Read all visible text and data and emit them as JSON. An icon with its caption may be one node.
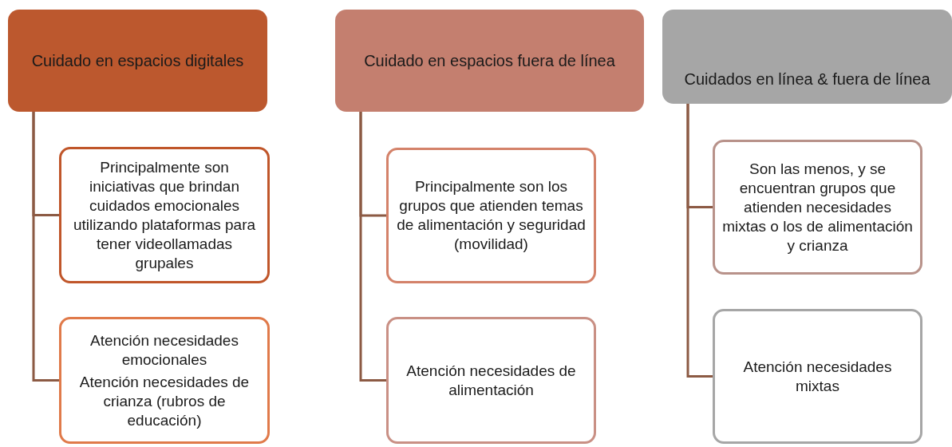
{
  "diagram": {
    "nodes": [
      {
        "text": [
          "Cuidado en espacios digitales"
        ]
      },
      {
        "text": [
          "Principalmente son iniciativas que brindan cuidados emocionales utilizando plataformas para tener videollamadas grupales"
        ]
      },
      {
        "text": [
          "Atención necesidades emocionales",
          "Atención necesidades de crianza (rubros de educación)"
        ]
      },
      {
        "text": [
          "Cuidado en espacios fuera de línea"
        ]
      },
      {
        "text": [
          "Principalmente son los grupos que atienden temas de alimentación y seguridad (movilidad)"
        ]
      },
      {
        "text": [
          "Atención necesidades de alimentación"
        ]
      },
      {
        "text": [
          "Cuidados en línea & fuera de línea"
        ]
      },
      {
        "text": [
          "Son las menos, y se encuentran grupos que atienden necesidades mixtas o los de alimentación y crianza"
        ]
      },
      {
        "text": [
          "Atención necesidades mixtas"
        ]
      }
    ],
    "edges": [
      {
        "from": 0,
        "to": 1,
        "arrow": "none"
      },
      {
        "from": 0,
        "to": 2,
        "arrow": "none"
      },
      {
        "from": 3,
        "to": 4,
        "arrow": "none"
      },
      {
        "from": 3,
        "to": 5,
        "arrow": "none"
      },
      {
        "from": 6,
        "to": 7,
        "arrow": "none"
      },
      {
        "from": 6,
        "to": 8,
        "arrow": "none"
      }
    ]
  }
}
